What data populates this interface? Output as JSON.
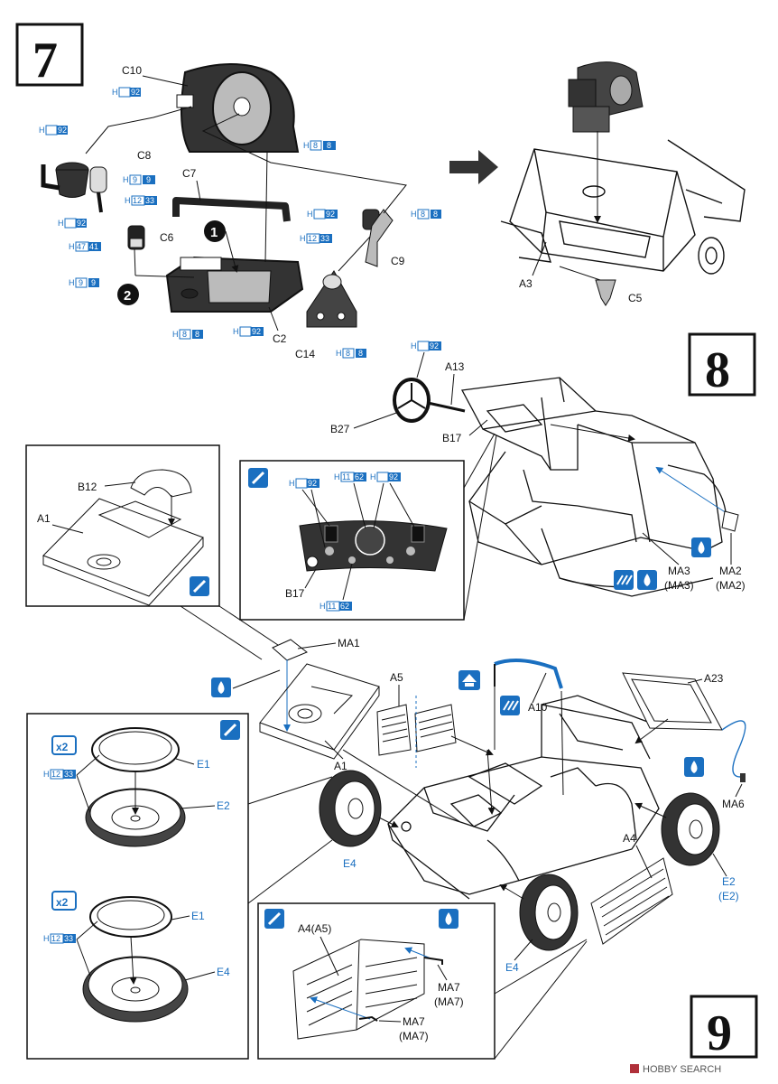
{
  "steps": [
    "7",
    "8",
    "9"
  ],
  "paint_prefix": "H",
  "step7": {
    "labels": {
      "c10": "C10",
      "c8": "C8",
      "c7": "C7",
      "c6": "C6",
      "c9": "C9",
      "c2": "C2",
      "c14": "C14",
      "a3": "A3",
      "c5": "C5"
    },
    "callouts": {
      "one": "1",
      "two": "2"
    },
    "paints": {
      "c10": "92",
      "c10_right": "8",
      "c8_top": "92",
      "c8_a": "9",
      "c8_b": "33",
      "c8_c": "92",
      "c6_a": "41",
      "c6_a_pre": "47",
      "c6_b": "9",
      "c7": "92",
      "c9": "8",
      "c14_top": "33",
      "c14_bot": "8",
      "c2_a": "8",
      "c2_b": "92"
    }
  },
  "step8": {
    "labels": {
      "a13": "A13",
      "b27": "B27",
      "b17": "B17",
      "b17_inset": "B17",
      "b12": "B12",
      "a1": "A1",
      "ma3": "MA3",
      "ma3_alt": "(MA3)",
      "ma2": "MA2",
      "ma2_alt": "(MA2)"
    },
    "paints": {
      "a13": "92",
      "inset_a": "92",
      "inset_b": "62",
      "inset_b_pre": "11",
      "inset_c": "92",
      "inset_d": "62",
      "inset_d_pre": "11"
    }
  },
  "step9": {
    "labels": {
      "ma1": "MA1",
      "a5": "A5",
      "a1": "A1",
      "a10": "A10",
      "a23": "A23",
      "ma6": "MA6",
      "e1_top": "E1",
      "e2": "E2",
      "e1_bot": "E1",
      "e4_inset": "E4",
      "e4_left": "E4",
      "e4_bottom": "E4",
      "e2_right": "E2",
      "e2_right_alt": "(E2)",
      "a4": "A4",
      "a4a5": "A4(A5)",
      "ma7_a": "MA7",
      "ma7_a_alt": "(MA7)",
      "ma7_b": "MA7",
      "ma7_b_alt": "(MA7)"
    },
    "multipliers": {
      "top": "x2",
      "bottom": "x2"
    },
    "paints": {
      "e1_top": "33",
      "e1_top_pre": "12",
      "e1_bot": "33",
      "e1_bot_pre": "12"
    }
  },
  "watermark": "HOBBY SEARCH"
}
